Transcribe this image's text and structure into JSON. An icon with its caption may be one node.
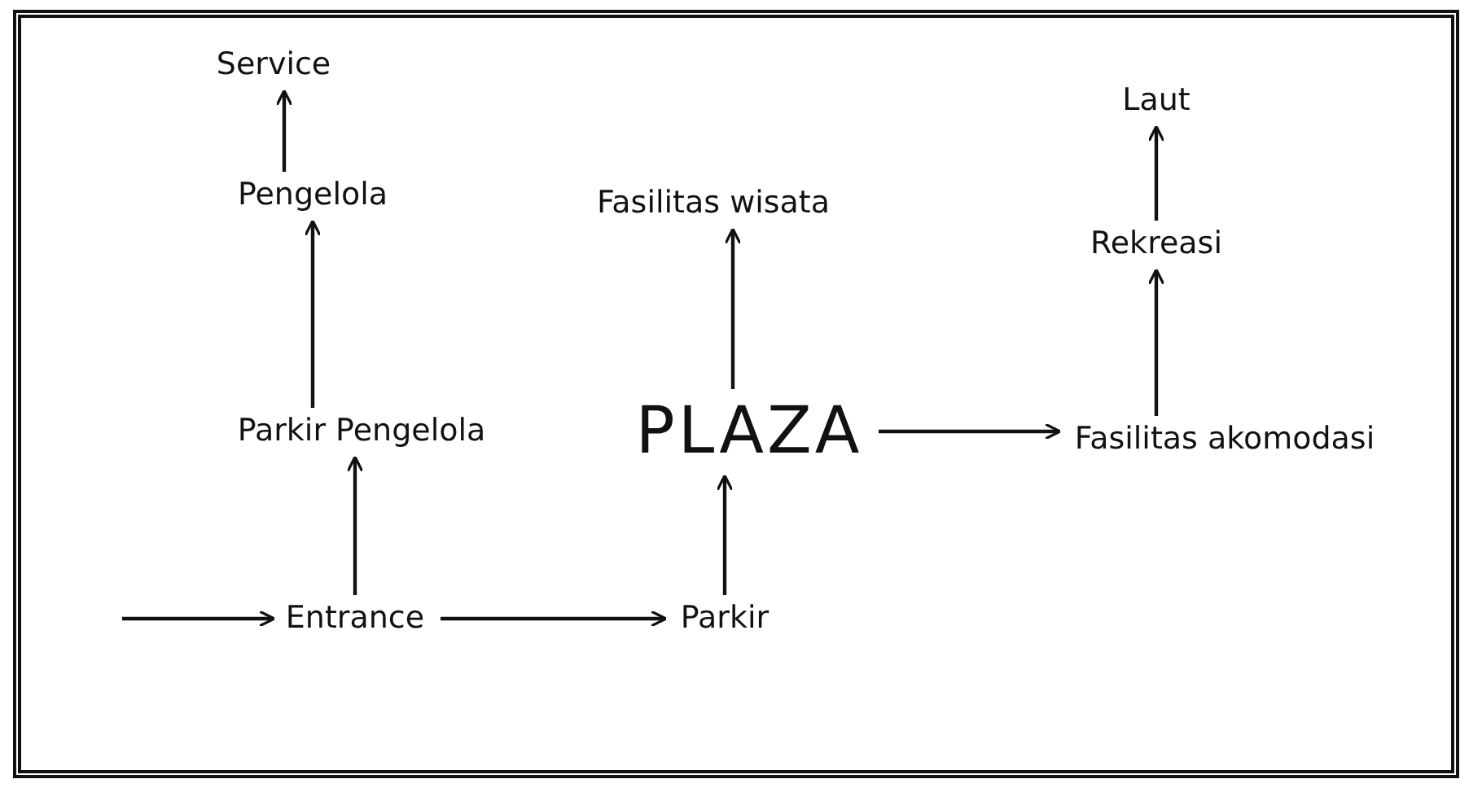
{
  "diagram": {
    "nodes": [
      {
        "text": [
          "Service"
        ]
      },
      {
        "text": [
          "Pengelola"
        ]
      },
      {
        "text": [
          "Fasilitas wisata"
        ]
      },
      {
        "text": [
          "Laut"
        ]
      },
      {
        "text": [
          "Rekreasi"
        ]
      },
      {
        "text": [
          "Parkir Pengelola"
        ]
      },
      {
        "text": [
          "PLAZA"
        ]
      },
      {
        "text": [
          "Fasilitas akomodasi"
        ]
      },
      {
        "text": [
          "Entrance"
        ]
      },
      {
        "text": [
          "Parkir"
        ]
      }
    ],
    "edges": [
      {
        "from": null,
        "to": 8,
        "arrow": "to"
      },
      {
        "from": 8,
        "to": 9,
        "arrow": "to"
      },
      {
        "from": 8,
        "to": 5,
        "arrow": "to"
      },
      {
        "from": 5,
        "to": 1,
        "arrow": "to"
      },
      {
        "from": 1,
        "to": 0,
        "arrow": "to"
      },
      {
        "from": 9,
        "to": 6,
        "arrow": "to"
      },
      {
        "from": 6,
        "to": 2,
        "arrow": "to"
      },
      {
        "from": 6,
        "to": 7,
        "arrow": "to"
      },
      {
        "from": 7,
        "to": 4,
        "arrow": "to"
      },
      {
        "from": 4,
        "to": 3,
        "arrow": "to"
      }
    ]
  }
}
